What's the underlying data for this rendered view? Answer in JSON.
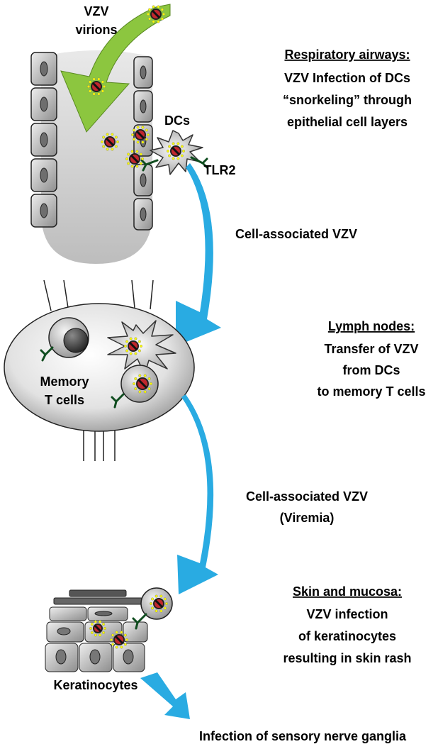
{
  "labels": {
    "vzv_virions": [
      "VZV",
      "virions"
    ],
    "dcs": "DCs",
    "tlr2": "TLR2",
    "memory_t_cells": [
      "Memory",
      "T cells"
    ],
    "keratinocytes": "Keratinocytes",
    "cell_associated_1": "Cell-associated VZV",
    "cell_associated_2": [
      "Cell-associated VZV",
      "(Viremia)"
    ],
    "bottom": "Infection of sensory nerve ganglia"
  },
  "stages": [
    {
      "heading": "Respiratory airways:",
      "lines": [
        "VZV Infection of DCs",
        "“snorkeling” through",
        "epithelial cell layers"
      ]
    },
    {
      "heading": "Lymph nodes:",
      "lines": [
        "Transfer of VZV",
        "from DCs",
        "to memory T cells"
      ]
    },
    {
      "heading": "Skin and mucosa:",
      "lines": [
        "VZV infection",
        "of keratinocytes",
        "resulting in skin rash"
      ]
    }
  ],
  "colors": {
    "green_arrow": "#8cc63f",
    "blue_arrow": "#29abe2",
    "virion_core": "#c1272d",
    "virion_dots": "#ffff00",
    "receptor": "#0f4d1f"
  }
}
